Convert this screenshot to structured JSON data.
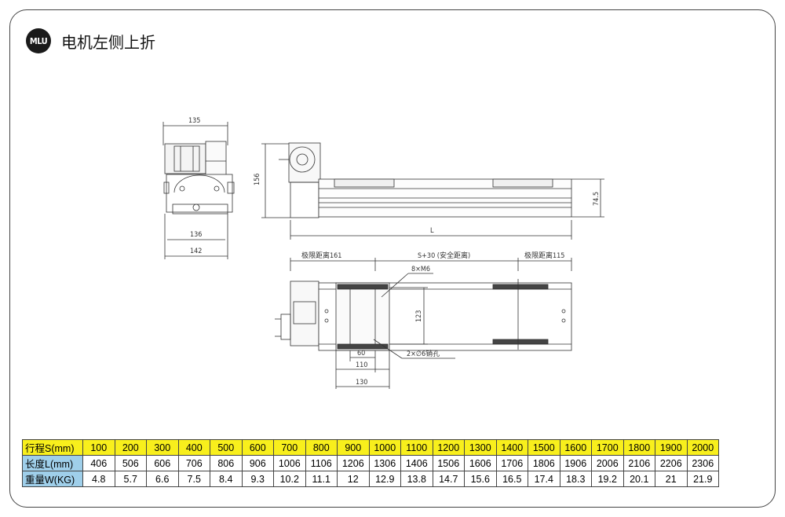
{
  "header": {
    "badge": "MLU",
    "title": "电机左侧上折"
  },
  "drawing": {
    "side_view": {
      "dim_top": "135",
      "dim_bottom_1": "136",
      "dim_bottom_2": "142"
    },
    "front_view": {
      "dim_height": "156",
      "dim_right": "74.5",
      "dim_length": "L"
    },
    "top_view": {
      "dim_left": "极限距离161",
      "dim_mid": "S+30 (安全距离)",
      "dim_right": "极限距离115",
      "callout_holes": "8×M6",
      "dim_width": "123",
      "callout_pins": "2×∅6销孔",
      "dim_60": "60",
      "dim_110": "110",
      "dim_130": "130"
    }
  },
  "table": {
    "stroke_label": "行程S(mm)",
    "length_label": "长度L(mm)",
    "weight_label": "重量W(KG)",
    "stroke": [
      "100",
      "200",
      "300",
      "400",
      "500",
      "600",
      "700",
      "800",
      "900",
      "1000",
      "1100",
      "1200",
      "1300",
      "1400",
      "1500",
      "1600",
      "1700",
      "1800",
      "1900",
      "2000"
    ],
    "length": [
      "406",
      "506",
      "606",
      "706",
      "806",
      "906",
      "1006",
      "1106",
      "1206",
      "1306",
      "1406",
      "1506",
      "1606",
      "1706",
      "1806",
      "1906",
      "2006",
      "2106",
      "2206",
      "2306"
    ],
    "weight": [
      "4.8",
      "5.7",
      "6.6",
      "7.5",
      "8.4",
      "9.3",
      "10.2",
      "11.1",
      "12",
      "12.9",
      "13.8",
      "14.7",
      "15.6",
      "16.5",
      "17.4",
      "18.3",
      "19.2",
      "20.1",
      "21",
      "21.9"
    ]
  }
}
